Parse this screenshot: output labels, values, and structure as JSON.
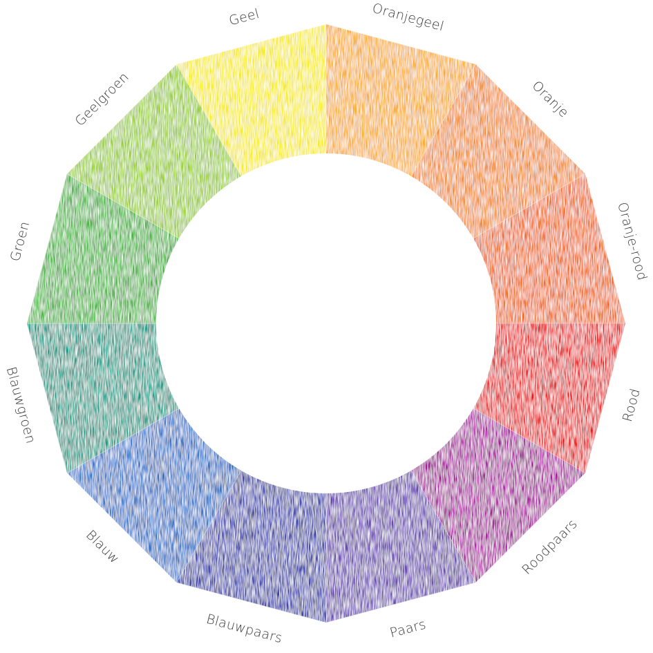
{
  "wheel": {
    "segments": [
      {
        "key": "geel",
        "label": "Geel",
        "color": "#f6ea1c"
      },
      {
        "key": "oranjegeel",
        "label": "Oranjegeel",
        "color": "#f8ac2c"
      },
      {
        "key": "oranje",
        "label": "Oranje",
        "color": "#f28a2a"
      },
      {
        "key": "oranje-rood",
        "label": "Oranje-rood",
        "color": "#ee6a24"
      },
      {
        "key": "rood",
        "label": "Rood",
        "color": "#e81f1c"
      },
      {
        "key": "roodpaars",
        "label": "Roodpaars",
        "color": "#a2199a"
      },
      {
        "key": "paars",
        "label": "Paars",
        "color": "#6645ad"
      },
      {
        "key": "blauwpaars",
        "label": "Blauwpaars",
        "color": "#3a3fa6"
      },
      {
        "key": "blauw",
        "label": "Blauw",
        "color": "#2d72c6"
      },
      {
        "key": "blauwgroen",
        "label": "Blauwgroen",
        "color": "#1e9a86"
      },
      {
        "key": "groen",
        "label": "Groen",
        "color": "#45b33e"
      },
      {
        "key": "geelgroen",
        "label": "Geelgroen",
        "color": "#98cc30"
      }
    ]
  }
}
